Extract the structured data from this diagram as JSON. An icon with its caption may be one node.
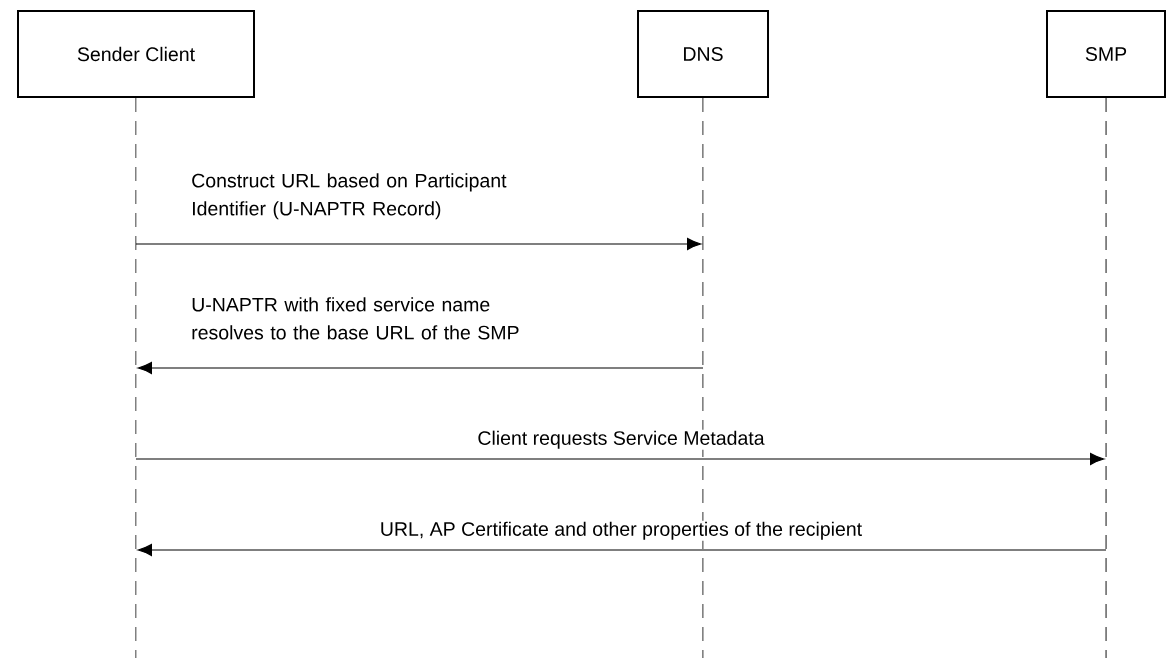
{
  "diagram": {
    "nodes": [
      {
        "text": [
          "Sender Client"
        ]
      },
      {
        "text": [
          "DNS"
        ]
      },
      {
        "text": [
          "SMP"
        ]
      },
      {
        "text": [],
        "shape": "line"
      },
      {
        "text": [],
        "shape": "line"
      },
      {
        "text": [],
        "shape": "line"
      }
    ],
    "edges": [
      {
        "from": 3,
        "to": 4,
        "arrow": "to",
        "label": "Construct URL based on Participant Identifier (U-NAPTR Record)"
      },
      {
        "from": 4,
        "to": 3,
        "arrow": "to",
        "label": "U-NAPTR with fixed service name resolves to the base URL of the SMP"
      },
      {
        "from": 3,
        "to": 5,
        "arrow": "to",
        "label": "Client requests Service Metadata"
      },
      {
        "from": 5,
        "to": 3,
        "arrow": "to",
        "label": "URL, AP Certificate and other properties of the recipient"
      }
    ]
  }
}
